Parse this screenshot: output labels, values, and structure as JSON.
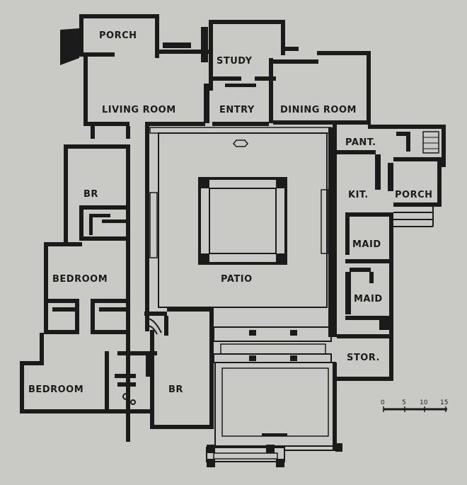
{
  "rooms": {
    "porch_front": "PORCH",
    "study": "STUDY",
    "living_room": "LIVING ROOM",
    "entry": "ENTRY",
    "dining_room": "DINING ROOM",
    "pantry": "PANT.",
    "kitchen": "KIT.",
    "porch_back": "PORCH",
    "br_upper": "BR",
    "bedroom_mid": "BEDROOM",
    "patio": "PATIO",
    "maid_1": "MAID",
    "maid_2": "MAID",
    "storage": "STOR.",
    "bedroom_lower": "BEDROOM",
    "br_lower": "BR"
  },
  "scale": {
    "ticks": [
      "0",
      "5",
      "10",
      "15"
    ]
  },
  "colors": {
    "paper": "#c9c9c5",
    "ink": "#1b1b1b"
  }
}
